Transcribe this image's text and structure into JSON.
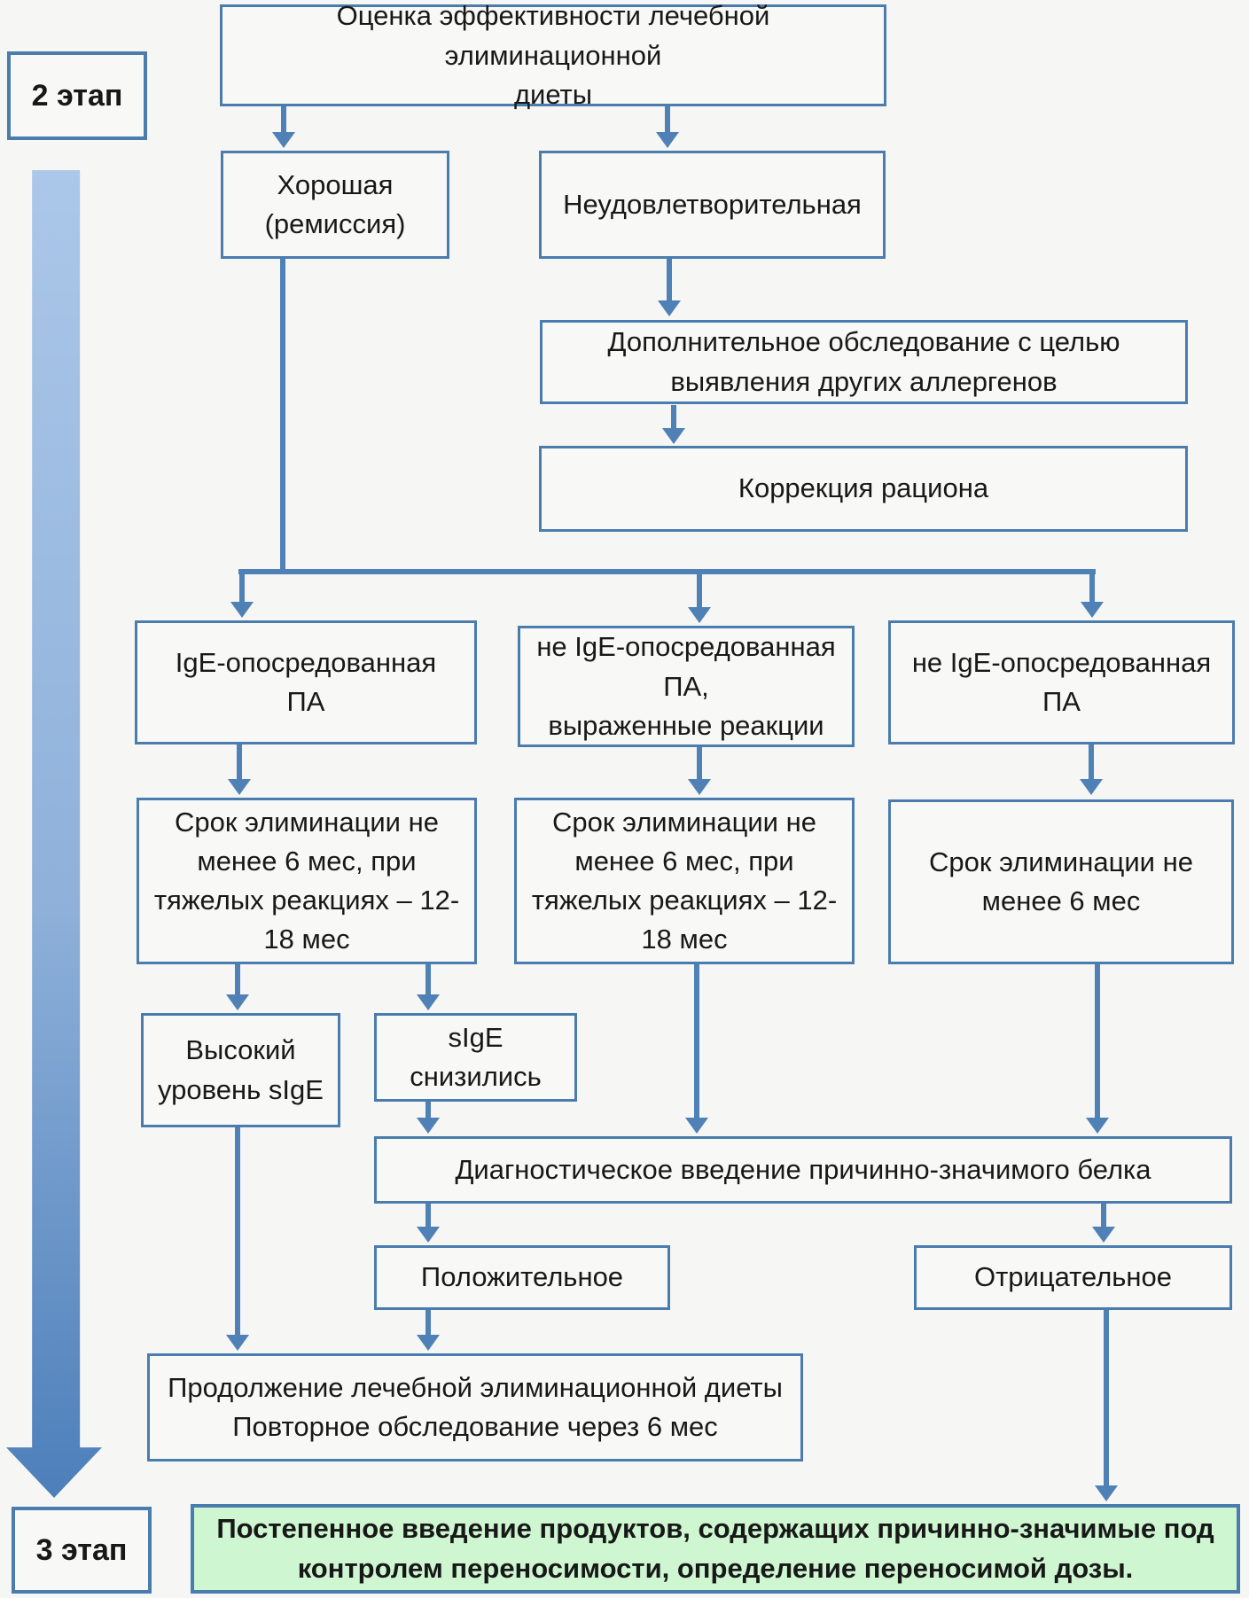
{
  "diagram": {
    "stage2_label": "2 этап",
    "stage3_label": "3 этап",
    "boxes": {
      "title": "Оценка эффективности лечебной элиминационной\nдиеты",
      "good": "Хорошая\n(ремиссия)",
      "unsatisfactory": "Неудовлетворительная",
      "additional_exam": "Дополнительное обследование с целью\nвыявления других аллергенов",
      "correction": "Коррекция рациона",
      "ige_pa": "IgE-опосредованная\nПА",
      "non_ige_severe": "не IgE-опосредованная\nПА,\nвыраженные реакции",
      "non_ige": "не IgE-опосредованная\nПА",
      "elimination_long_left": "Срок элиминации не\nменее 6 мес, при\nтяжелых реакциях – 12-\n18 мес",
      "elimination_long_mid": "Срок элиминации не\nменее 6 мес, при\nтяжелых реакциях – 12-\n18 мес",
      "elimination_short": "Срок элиминации не\nменее 6 мес",
      "high_sige": "Высокий\nуровень sIgE",
      "sige_decreased": "sIgE\nснизились",
      "diagnostic_intro": "Диагностическое введение причинно-значимого белка",
      "positive": "Положительное",
      "negative": "Отрицательное",
      "continue_diet": "Продолжение лечебной элиминационной диеты\nПовторное обследование через 6 мес",
      "gradual_intro": "Постепенное введение продуктов, содержащих причинно-значимые под\nконтролем переносимости, определение переносимой дозы."
    },
    "colors": {
      "border": "#4a7cad",
      "arrow": "#4f81b7",
      "box_fill": "#f8f8f7",
      "page_bg": "#f6f6f4",
      "green_fill": "#cdf6d1",
      "big_arrow_top": "#abc7e9",
      "big_arrow_mid": "#8fb1da",
      "big_arrow_bottom": "#4d7fba",
      "text": "#181818"
    }
  }
}
